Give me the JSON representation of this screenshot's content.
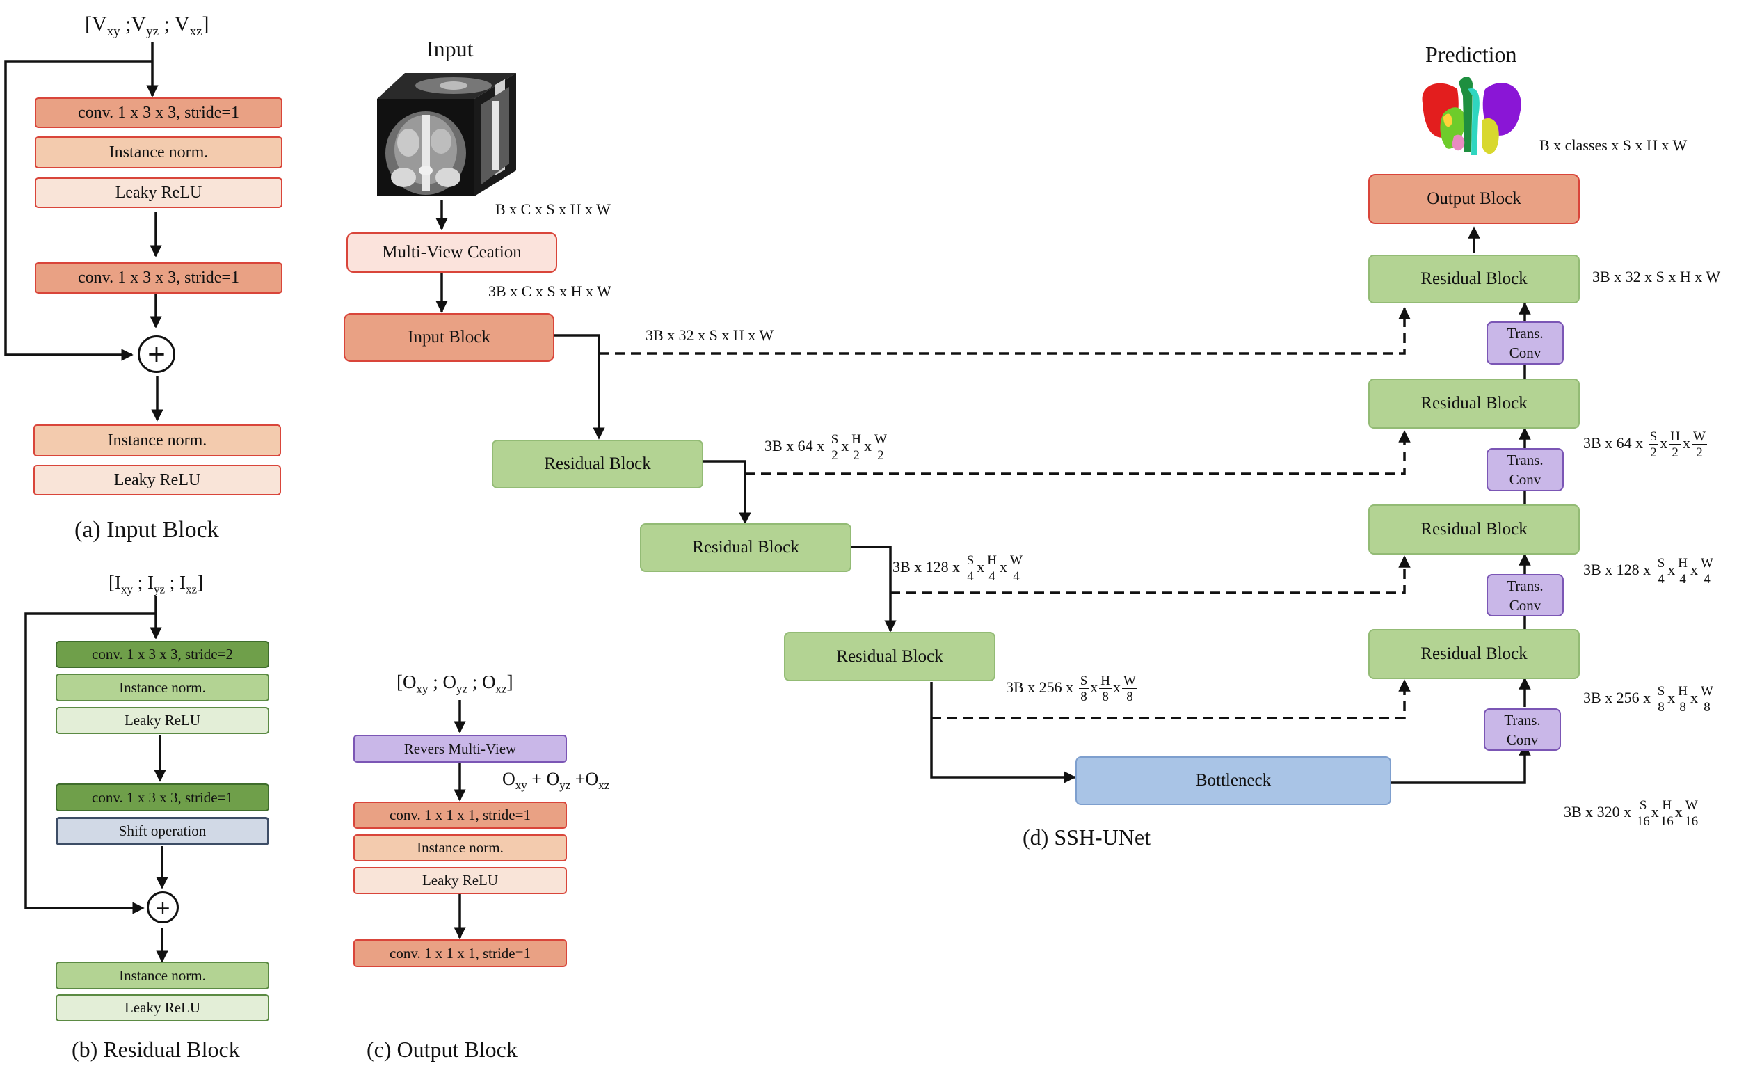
{
  "input_block": {
    "input_label": "[V",
    "input_sub1": "xy",
    "input_mid1": " ;V",
    "input_sub2": "yz",
    "input_mid2": " ; V",
    "input_sub3": "xz",
    "input_end": "]",
    "conv1": "conv. 1 x 3 x 3,  stride=1",
    "inorm1": "Instance norm.",
    "lrelu1": "Leaky ReLU",
    "conv2": "conv. 1 x 3 x 3,  stride=1",
    "inorm2": "Instance norm.",
    "lrelu2": "Leaky ReLU",
    "plus": "+",
    "caption": "(a) Input Block"
  },
  "residual_block": {
    "input_label": "[I",
    "input_sub1": "xy",
    "input_mid1": " ; I",
    "input_sub2": "yz",
    "input_mid2": " ; I",
    "input_sub3": "xz",
    "input_end": "]",
    "conv1": "conv. 1 x 3 x 3,  stride=2",
    "inorm1": "Instance norm.",
    "lrelu1": "Leaky ReLU",
    "conv2": "conv. 1 x 3 x 3,  stride=1",
    "shift": "Shift operation",
    "inorm2": "Instance norm.",
    "lrelu2": "Leaky ReLU",
    "plus": "+",
    "caption": "(b) Residual Block"
  },
  "output_block": {
    "input_label": "[O",
    "input_sub1": "xy",
    "input_mid1": " ; O",
    "input_sub2": "yz",
    "input_mid2": " ; O",
    "input_sub3": "xz",
    "input_end": "]",
    "reverse": "Revers Multi-View",
    "sum_o1": "O",
    "sum_s1": "xy",
    "sum_p1": " + O",
    "sum_s2": "yz",
    "sum_p2": " +O",
    "sum_s3": "xz",
    "conv1": "conv. 1 x 1 x 1,  stride=1",
    "inorm": "Instance norm.",
    "lrelu": "Leaky ReLU",
    "conv2": "conv. 1 x 1 x 1,  stride=1",
    "caption": "(c) Output Block"
  },
  "ssh_unet": {
    "input_title": "Input",
    "prediction_title": "Prediction",
    "dim_input": "B x C x S x H x W",
    "multiview": "Multi-View Ceation",
    "dim_mv": "3B x C x S x H x W",
    "input_block": "Input Block",
    "dim_skip0": "3B x 32 x S x H x W",
    "enc1": "Residual Block",
    "enc2": "Residual Block",
    "enc3": "Residual Block",
    "dim_skip1_pre": "3B x 64 x",
    "dim_skip2_pre": "3B x 128 x",
    "dim_skip3_pre": "3B x 256 x",
    "bottleneck": "Bottleneck",
    "dim_bott_pre": "3B x 320 x",
    "dec1": "Residual Block",
    "dec2": "Residual Block",
    "dec3": "Residual Block",
    "dec4": "Residual Block",
    "trans_l1": "Trans.",
    "trans_l2": "Conv",
    "output_block": "Output Block",
    "dim_out": "B x classes x S x H x W",
    "dim_dec4": "3B x 32 x S x H x W",
    "dim_dec3_pre": "3B x 64 x",
    "dim_dec2_pre": "3B x 128 x",
    "dim_dec1_pre": "3B x 256 x",
    "S": "S",
    "H": "H",
    "W": "W",
    "x": "x",
    "d2": "2",
    "d4": "4",
    "d8": "8",
    "d16": "16",
    "caption": "(d) SSH-UNet"
  }
}
